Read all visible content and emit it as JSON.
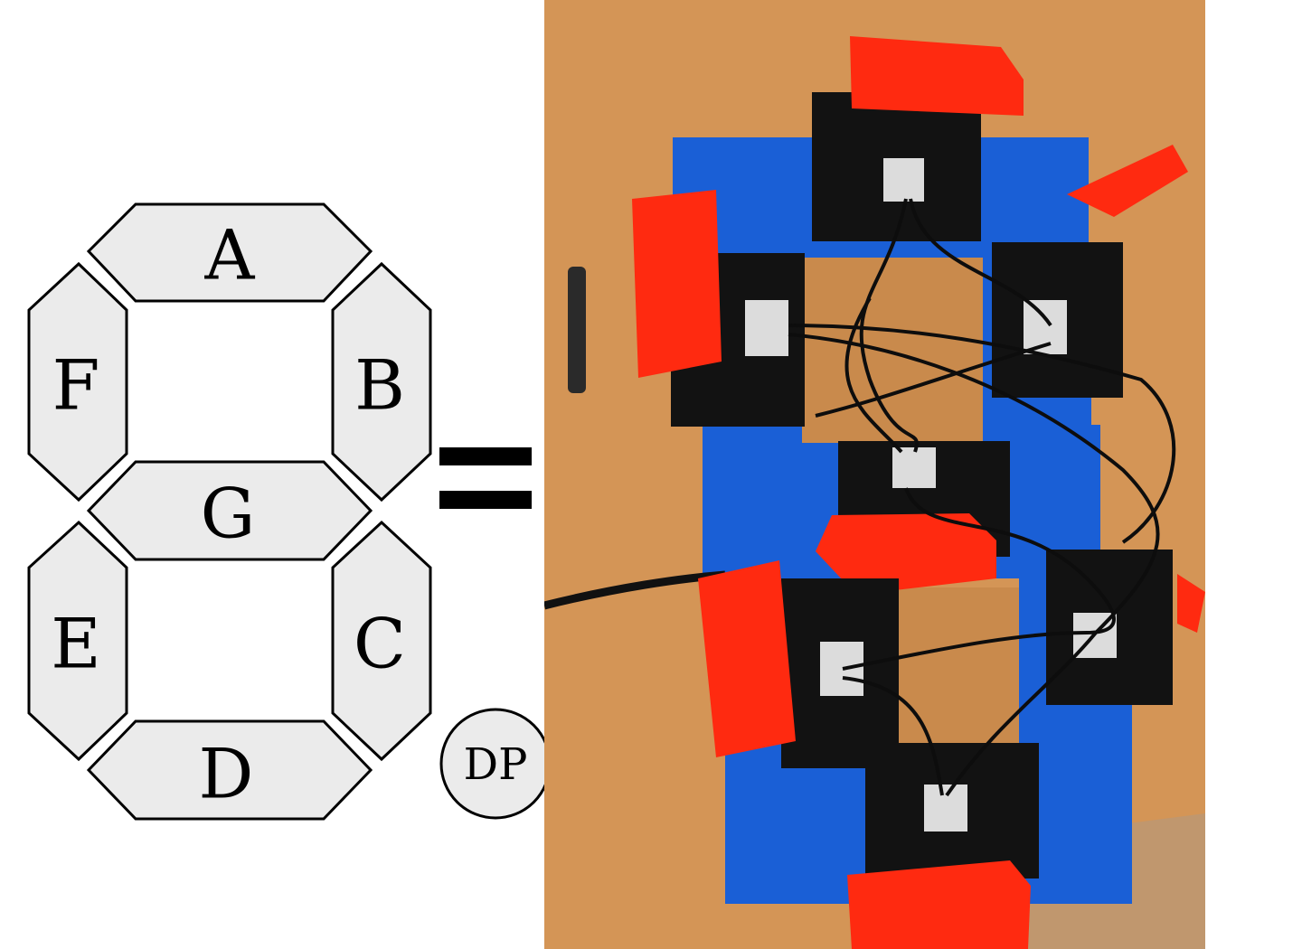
{
  "diagram": {
    "segments": {
      "a": "A",
      "b": "B",
      "c": "C",
      "d": "D",
      "e": "E",
      "f": "F",
      "g": "G",
      "dp": "DP"
    },
    "colors": {
      "segment_fill": "#ebebeb",
      "outline": "#000000"
    }
  },
  "photo": {
    "subject": "physical seven-segment display built from servo motors with red flaps on a blue 3D-printed frame",
    "colors": {
      "table_wood": "#d99a5a",
      "frame_blue": "#1a5fd6",
      "flap_red": "#ff2a10",
      "servo_black": "#121212",
      "connector_white": "#dcdcdc"
    }
  }
}
